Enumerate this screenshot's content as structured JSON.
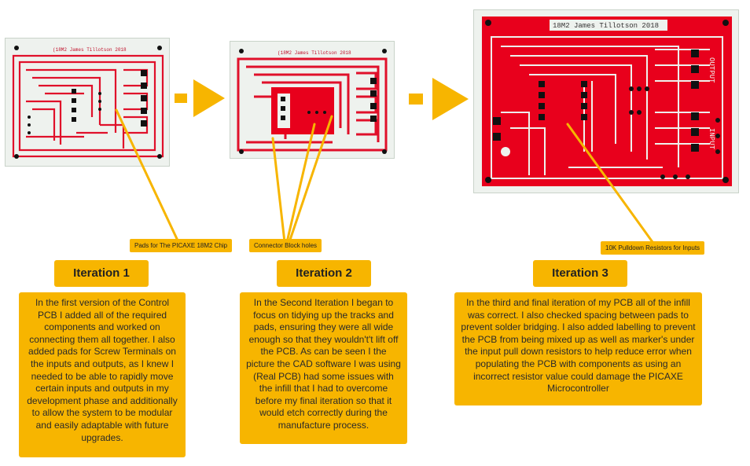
{
  "pcb_images": [
    {
      "label_text": "(18M2 James Tillotson 2018"
    },
    {
      "label_text": "(18M2 James Tillotson 2018"
    },
    {
      "label_text": "18M2 James Tillotson 2018",
      "side_text_1": "OUTPUT",
      "side_text_2": "INPUT"
    }
  ],
  "callouts": {
    "pads": "Pads for The PICAXE 18M2 Chip",
    "connector": "Connector Block holes",
    "resistors": "10K Pulldown Resistors for Inputs"
  },
  "iterations": [
    {
      "title": "Iteration 1",
      "description": "In the first version of the Control PCB I added all of the required components and worked on connecting them all together. I also added pads for Screw Terminals on the inputs and outputs, as I knew I needed to be able to rapidly move certain inputs and outputs in my development phase and additionally to allow the system to be modular and easily adaptable with future upgrades."
    },
    {
      "title": "Iteration 2",
      "description": "In the Second Iteration I began to focus on tidying up the tracks and pads, ensuring they were all wide enough so that they wouldn't't lift off the PCB. As can be seen I the picture the CAD software I was using (Real PCB) had some issues with the infill that I had to overcome before my final iteration so that it would etch correctly during the manufacture process."
    },
    {
      "title": "Iteration 3",
      "description": "In the third and final iteration of my PCB all of the infill was correct. I also checked spacing between pads to prevent solder bridging. I also added labelling to prevent the PCB from being mixed up as well as marker's under the  input pull down resistors to help reduce error when populating the PCB with components as using an incorrect resistor value could damage the PICAXE Microcontroller"
    }
  ],
  "colors": {
    "accent": "#f7b500",
    "track_red": "#e0102a",
    "fill_red": "#e8001c",
    "board_bg": "#eef2ee"
  }
}
